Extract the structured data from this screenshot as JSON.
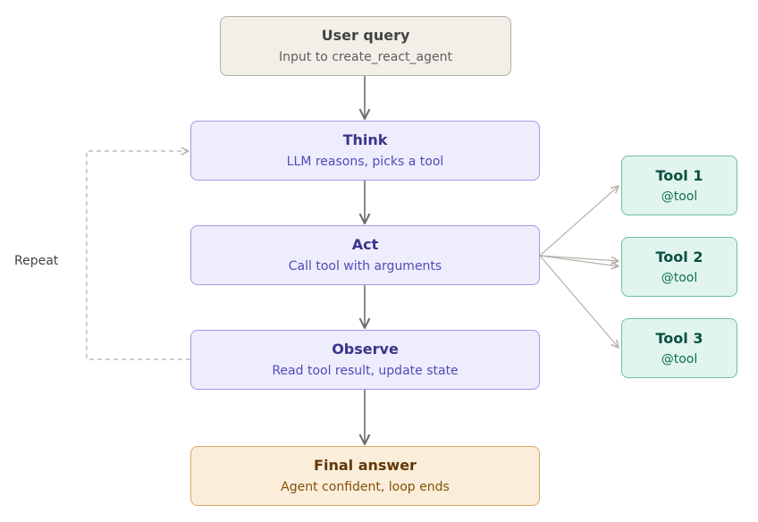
{
  "nodes": {
    "user_query": {
      "title": "User query",
      "subtitle": "Input to create_react_agent"
    },
    "think": {
      "title": "Think",
      "subtitle": "LLM reasons, picks a tool"
    },
    "act": {
      "title": "Act",
      "subtitle": "Call tool with arguments"
    },
    "observe": {
      "title": "Observe",
      "subtitle": "Read tool result, update state"
    },
    "final_answer": {
      "title": "Final answer",
      "subtitle": "Agent confident, loop ends"
    }
  },
  "tools": [
    {
      "title": "Tool 1",
      "subtitle": "@tool"
    },
    {
      "title": "Tool 2",
      "subtitle": "@tool"
    },
    {
      "title": "Tool 3",
      "subtitle": "@tool"
    }
  ],
  "loop_label": "Repeat",
  "colors": {
    "main_arrow": "#6e6e6e",
    "loop_line": "#b4b2a9",
    "tool_arrow": "#b4b2a9"
  }
}
